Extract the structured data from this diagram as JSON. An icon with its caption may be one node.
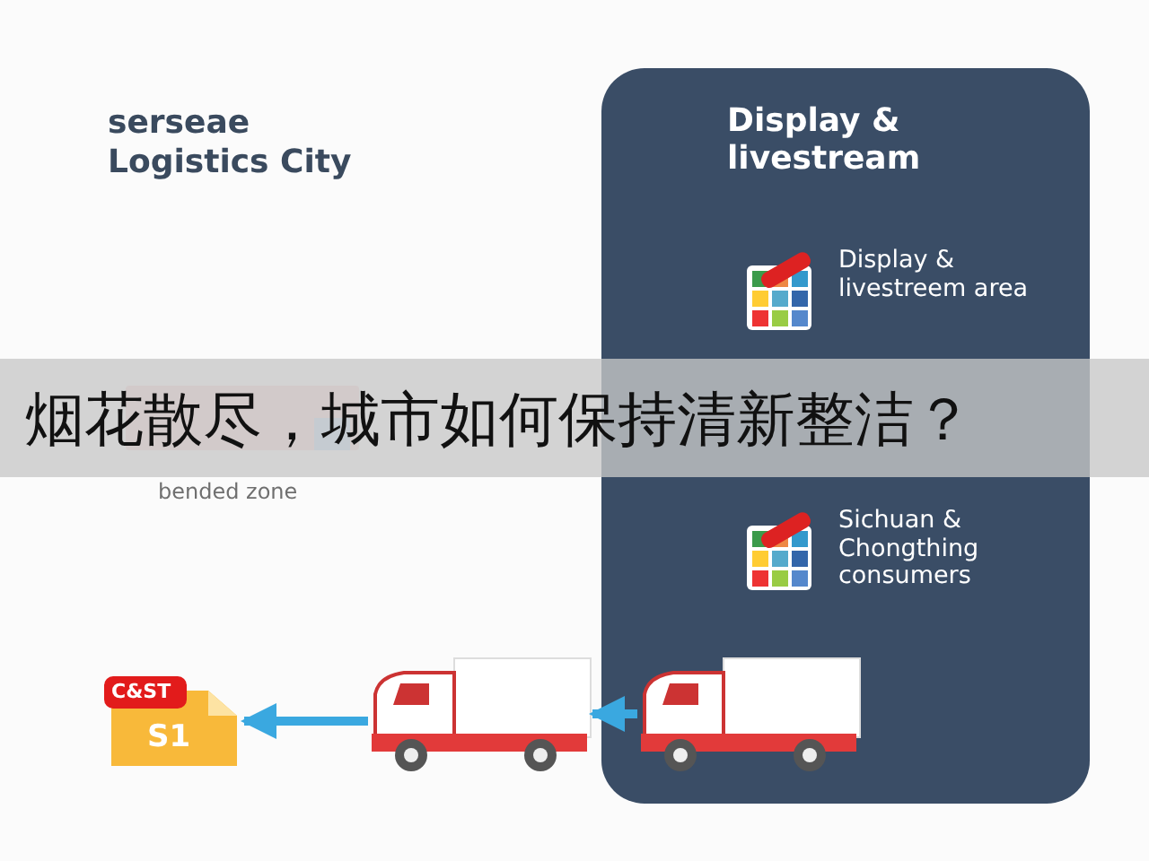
{
  "diagram": {
    "title": "serseae Logistics City",
    "nodes": [
      {
        "text": [
          "Display & livestream"
        ]
      },
      {
        "text": [
          "Display & livestreem area"
        ],
        "in": 0
      },
      {
        "text": [
          "Sichuan & Chongthing consumers"
        ],
        "in": 0
      },
      {
        "text": [],
        "shape": "picture",
        "in": 0
      },
      {
        "text": [],
        "shape": "picture"
      },
      {
        "text": [
          "C&ST",
          "S1"
        ]
      }
    ],
    "edges": [
      {
        "from": 3,
        "to": 4,
        "arrow": "to"
      },
      {
        "from": 4,
        "to": 5,
        "arrow": "to"
      }
    ],
    "labels": [
      "bended zone",
      "烟花散尽，城市如何保持清新整洁？"
    ]
  }
}
